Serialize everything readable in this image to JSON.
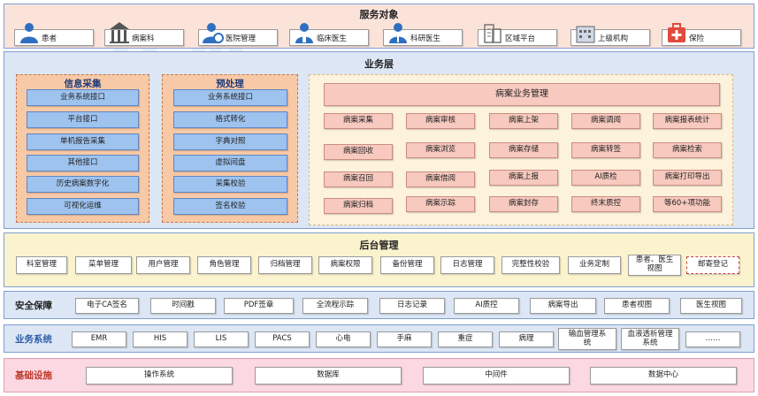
{
  "service": {
    "title": "服务对象",
    "items": [
      "患者",
      "病案科",
      "医院管理",
      "临床医生",
      "科研医生",
      "区域平台",
      "上级机构",
      "保险"
    ]
  },
  "business": {
    "title": "业务层",
    "info": {
      "title": "信息采集",
      "items": [
        "业务系统接口",
        "平台接口",
        "单机报告采集",
        "其他接口",
        "历史病案数字化",
        "可视化运维"
      ]
    },
    "pre": {
      "title": "预处理",
      "items": [
        "业务系统接口",
        "格式转化",
        "字典对照",
        "虚拟间盘",
        "采集校验",
        "签名校验"
      ]
    },
    "mgmt": {
      "title": "病案业务管理",
      "rows": [
        [
          "病案采集",
          "病案审核",
          "病案上架",
          "病案调阅",
          "病案报表统计"
        ],
        [
          "病案回收",
          "病案浏览",
          "病案存储",
          "病案转签",
          "病案检索"
        ],
        [
          "病案召回",
          "病案借阅",
          "病案上报",
          "AI质检",
          "病案打印导出"
        ],
        [
          "病案归档",
          "病案示踪",
          "病案封存",
          "终末质控",
          "等60+项功能"
        ]
      ]
    }
  },
  "backend": {
    "title": "后台管理",
    "items": [
      "科室管理",
      "菜单管理",
      "用户管理",
      "角色管理",
      "归档管理",
      "病案权限",
      "备份管理",
      "日志管理",
      "完整性校验",
      "业务定制",
      "患者、医生视图",
      "邮寄登记"
    ]
  },
  "security": {
    "title": "安全保障",
    "items": [
      "电子CA签名",
      "时间戳",
      "PDF签章",
      "全流程示踪",
      "日志记录",
      "AI质控",
      "病案导出",
      "患者视图",
      "医生视图"
    ]
  },
  "systems": {
    "title": "业务系统",
    "items": [
      "EMR",
      "HIS",
      "LIS",
      "PACS",
      "心电",
      "手麻",
      "重症",
      "病理",
      "输血管理系统",
      "血液透析管理系统",
      "……"
    ]
  },
  "infra": {
    "title": "基础设施",
    "items": [
      "操作系统",
      "数据库",
      "中间件",
      "数据中心"
    ]
  },
  "colors": {
    "service_bg": "#fbe3da",
    "business_bg": "#dce6f4",
    "column_bg": "#f8c9a6",
    "blue_box": "#9ec3ef",
    "mgmt_box": "#f7c9bf",
    "backend_bg": "#fbf3cd",
    "infra_bg": "#fbd8e2",
    "security_label": "#222222",
    "systems_label": "#2e5fa8",
    "infra_label": "#c0392b"
  }
}
